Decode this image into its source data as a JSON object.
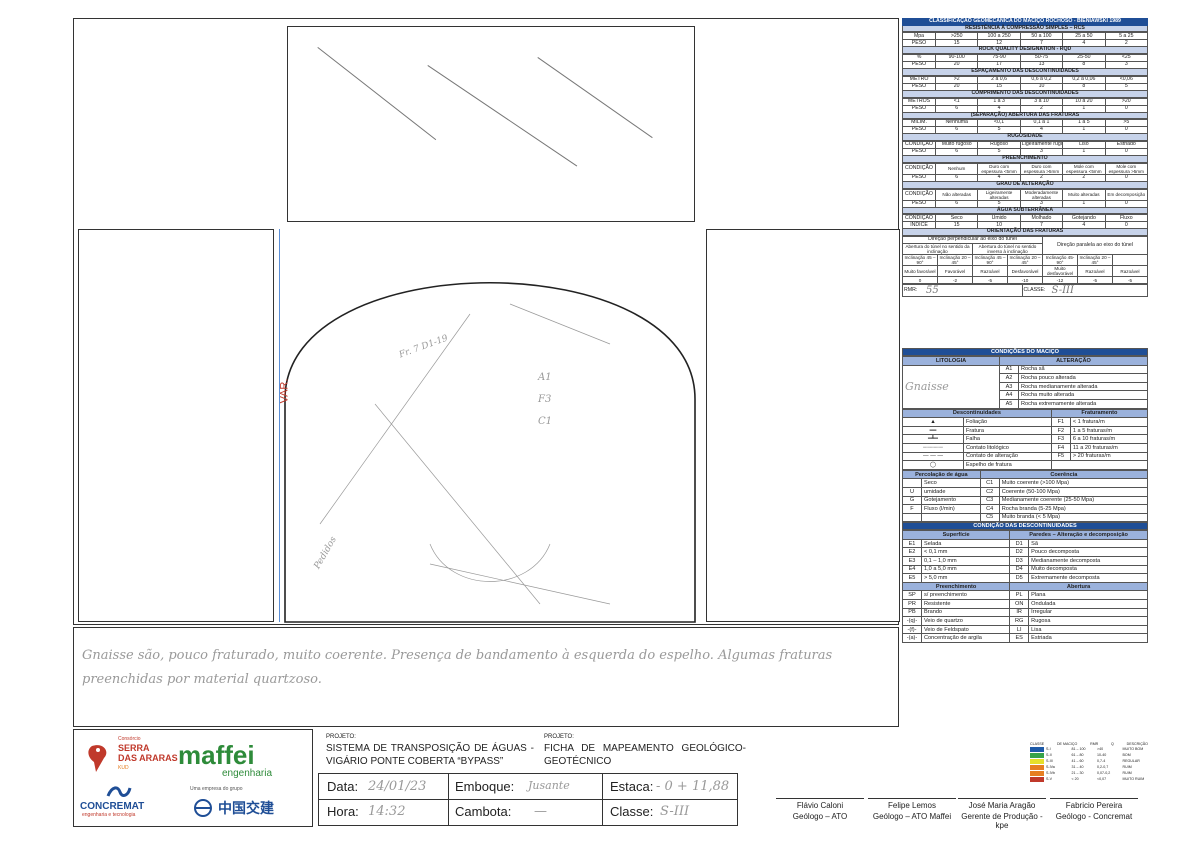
{
  "sketch": {
    "var_label": "VAR.",
    "handwritten_notes_face": [
      "Fr. 7 D1-19",
      "A1",
      "F3",
      "C1",
      "Pedidos"
    ],
    "observation": "Gnaisse são, pouco fraturado, muito coerente. Presença de bandamento à esquerda do espelho. Algumas fraturas preenchidas por material quartzoso."
  },
  "rmr": {
    "title": "CLASSIFICAÇÃO GEOMECÂNICA DO MACIÇO ROCHOSO - BIENIAWSKI 1989",
    "rcs": {
      "title": "RESISTÊNCIA À COMPRESSÃO SIMPLES – RCS",
      "unit": "Mpa",
      "weight_label": "PESO",
      "ranges": [
        ">250",
        "100 a 250",
        "50 a 100",
        "25 a 50",
        "5 a 25"
      ],
      "weights": [
        "15",
        "12",
        "7",
        "4",
        "2"
      ]
    },
    "rqd": {
      "title": "ROCK QUALITY DESIGNATION - RQD",
      "unit": "%",
      "weight_label": "PESO",
      "ranges": [
        "90-100",
        "75-90",
        "50-75",
        "25-50",
        "<25"
      ],
      "weights": [
        "20",
        "17",
        "13",
        "8",
        "3"
      ]
    },
    "spacing": {
      "title": "ESPAÇAMENTO DAS DESCONTINUIDADES",
      "unit": "METRO",
      "weight_label": "PESO",
      "ranges": [
        ">2",
        "2 a 0,6",
        "0,6 a 0,2",
        "0,2 a 0,06",
        "<0,06"
      ],
      "weights": [
        "20",
        "15",
        "10",
        "8",
        "5"
      ]
    },
    "length": {
      "title": "COMPRIMENTO DAS DESCONTINUIDADES",
      "unit": "METROS",
      "weight_label": "PESO",
      "ranges": [
        "<1",
        "1 a 3",
        "3 a 10",
        "10 a 20",
        ">20"
      ],
      "weights": [
        "6",
        "4",
        "2",
        "1",
        "0"
      ]
    },
    "aperture": {
      "title": "(SEPARAÇÃO) ABERTURA DAS FRATURAS",
      "unit": "MILIM.",
      "weight_label": "PESO",
      "ranges": [
        "Nenhuma",
        "<0,1",
        "0,1 a 1",
        "1 a 5",
        ">5"
      ],
      "weights": [
        "6",
        "5",
        "4",
        "1",
        "0"
      ]
    },
    "roughness": {
      "title": "RUGOSIDADE",
      "unit": "CONDIÇÃO",
      "weight_label": "PESO",
      "ranges": [
        "Muito rugoso",
        "Rugoso",
        "Ligeiramente rugoso",
        "Liso",
        "Estriado"
      ],
      "weights": [
        "6",
        "5",
        "3",
        "1",
        "0"
      ]
    },
    "filling": {
      "title": "PREENCHIMENTO",
      "unit": "CONDIÇÃO",
      "weight_label": "PESO",
      "ranges": [
        "Nenhum",
        "Duro com espessura <5mm",
        "Duro com espessura >5mm",
        "Mole com espessura <5mm",
        "Mole com espessura >5mm"
      ],
      "weights": [
        "6",
        "4",
        "2",
        "2",
        "0"
      ]
    },
    "weathering": {
      "title": "GRAU DE ALTERAÇÃO",
      "unit": "CONDIÇÃO",
      "weight_label": "PESO",
      "ranges": [
        "Não alteradas",
        "Ligeiramente alteradas",
        "Moderadamente alteradas",
        "Muito alteradas",
        "Em decomposição"
      ],
      "weights": [
        "6",
        "5",
        "3",
        "1",
        "0"
      ]
    },
    "water": {
      "title": "ÁGUA SUBTERRÂNEA",
      "unit": "CONDIÇÃO",
      "weight_label": "ÍNDICE",
      "ranges": [
        "Seco",
        "Úmido",
        "Molhado",
        "Gotejando",
        "Fluxo"
      ],
      "weights": [
        "15",
        "10",
        "7",
        "4",
        "0"
      ]
    },
    "orientation": {
      "title": "ORIENTAÇÃO DAS FRATURAS",
      "groups": [
        "Direção perpendicular ao eixo do túnel",
        "Direção paralela ao eixo do túnel"
      ],
      "subgroups": [
        "Abertura do túnel no sentido da inclinação",
        "Abertura do túnel no sentido inverso à inclinação",
        "Inclinação 0-20°"
      ],
      "dips": [
        "Inclinação 45 – 90°",
        "Inclinação 20 – 45°",
        "Inclinação 45 – 90°",
        "Inclinação 20 – 45°",
        "Inclinação 45-90°",
        "Inclinação 20 – 45°",
        ""
      ],
      "ratings": [
        "Muito favorável",
        "Favorável",
        "Razoável",
        "Desfavorável",
        "Muito desfavorável",
        "Razoável",
        "Razoável"
      ],
      "weights": [
        "0",
        "-2",
        "-5",
        "-10",
        "-12",
        "-5",
        "-5"
      ]
    },
    "rmr_label": "RMR:",
    "rmr_value": "55",
    "class_label": "CLASSE:",
    "class_value": "S-III"
  },
  "legend": {
    "title": "CONDIÇÕES DO MACIÇO",
    "lithology_header": "LITOLOGIA",
    "alteration_header": "ALTERAÇÃO",
    "lithology_value": "Gnaisse",
    "alteration": [
      [
        "A1",
        "Rocha sã"
      ],
      [
        "A2",
        "Rocha pouco alterada"
      ],
      [
        "A3",
        "Rocha medianamente alterada"
      ],
      [
        "A4",
        "Rocha muito alterada"
      ],
      [
        "A5",
        "Rocha extremamente alterada"
      ]
    ],
    "disc_header": "Descontinuidades",
    "fract_header": "Fraturamento",
    "discontinuities": [
      "Foliação",
      "Fratura",
      "Falha",
      "Contato litológico",
      "Contato de alteração",
      "Espelho de fratura"
    ],
    "fracturing": [
      [
        "F1",
        "< 1 fratura/m"
      ],
      [
        "F2",
        "1 a 5 fraturas/m"
      ],
      [
        "F3",
        "6 a 10 fraturas/m"
      ],
      [
        "F4",
        "11 a 20 fraturas/m"
      ],
      [
        "F5",
        "> 20 fraturas/m"
      ]
    ],
    "water_header": "Percolação de água",
    "coherence_header": "Coerência",
    "water": [
      [
        "",
        "Seco"
      ],
      [
        "U",
        "umidade"
      ],
      [
        "G",
        "Gotejamento"
      ],
      [
        "F",
        "Fluxo (l/min)"
      ],
      [
        "",
        ""
      ]
    ],
    "coherence": [
      [
        "C1",
        "Muito coerente (>100 Mpa)"
      ],
      [
        "C2",
        "Coerente (50-100 Mpa)"
      ],
      [
        "C3",
        "Medianamente coerente (25-50 Mpa)"
      ],
      [
        "C4",
        "Rocha branda (5-25 Mpa)"
      ],
      [
        "C5",
        "Muito branda (< 5 Mpa)"
      ]
    ],
    "disc_cond_title": "CONDIÇÃO DAS DESCONTINUIDADES",
    "surface_header": "Superfície",
    "walls_header": "Paredes – Alteração e decomposição",
    "surface": [
      [
        "E1",
        "Selada"
      ],
      [
        "E2",
        "< 0,1 mm"
      ],
      [
        "E3",
        "0,1 – 1,0 mm"
      ],
      [
        "E4",
        "1,0 a 5,0 mm"
      ],
      [
        "E5",
        "> 5,0 mm"
      ]
    ],
    "walls": [
      [
        "D1",
        "Sã"
      ],
      [
        "D2",
        "Pouco decomposta"
      ],
      [
        "D3",
        "Medianamente decomposta"
      ],
      [
        "D4",
        "Muito decomposta"
      ],
      [
        "D5",
        "Extremamente decomposta"
      ]
    ],
    "fill_header": "Preenchimento",
    "opening_header": "Abertura",
    "fill": [
      [
        "SP",
        "s/ preenchimento"
      ],
      [
        "PR",
        "Resistente"
      ],
      [
        "PB",
        "Brando"
      ],
      [
        "-(q)-",
        "Veio de quartzo"
      ],
      [
        "-(f)-",
        "Veio de Feldspato"
      ],
      [
        "-(a)-",
        "Concentração de argila"
      ]
    ],
    "opening": [
      [
        "PL",
        "Plana"
      ],
      [
        "ON",
        "Ondulada"
      ],
      [
        "IR",
        "Irregular"
      ],
      [
        "RG",
        "Rugosa"
      ],
      [
        "LI",
        "Lisa"
      ],
      [
        "ES",
        "Estriada"
      ]
    ]
  },
  "class_chart": {
    "headers": [
      "CLASSE",
      "DE MACIÇO",
      "RMR",
      "Q",
      "DESCRIÇÃO"
    ],
    "rows": [
      [
        "S-I",
        "81 – 100",
        ">40",
        "MUITO BOM"
      ],
      [
        "S-II",
        "61 – 80",
        "10-40",
        "BOM"
      ],
      [
        "S-III",
        "41 – 60",
        "0,7-4",
        "REGULAR"
      ],
      [
        "S-IVa",
        "31 – 40",
        "0,2-0,7",
        "RUIM"
      ],
      [
        "S-IVb",
        "21 – 30",
        "0,07-0,2",
        "RUIM"
      ],
      [
        "S-V",
        "< 20",
        "<0,07",
        "MUITO RUIM"
      ]
    ],
    "colors": [
      "#1e5aa8",
      "#37a34a",
      "#e6e02a",
      "#e67e22",
      "#e67e22",
      "#c0392b"
    ]
  },
  "footer": {
    "logo1": [
      "Consórcio",
      "SERRA",
      "DAS ARARAS",
      "KUD"
    ],
    "logo2_name": "maffei",
    "logo2_sub": "engenharia",
    "logo3_name": "CONCREMAT",
    "logo3_sub": "engenharia e tecnologia",
    "logo4_caption": "Uma empresa do grupo",
    "logo4_name": "中国交建",
    "project_label": "PROJETO:",
    "project_value": "SISTEMA DE TRANSPOSIÇÃO DE ÁGUAS - VIGÁRIO PONTE COBERTA “BYPASS”",
    "project2_label": "PROJETO:",
    "project2_value": "FICHA DE MAPEAMENTO GEOLÓGICO-GEOTÉCNICO",
    "data_label": "Data:",
    "data_value": "24/01/23",
    "emboque_label": "Emboque:",
    "emboque_value": "Jusante",
    "estaca_label": "Estaca:",
    "estaca_value": "- 0 + 11,88",
    "hora_label": "Hora:",
    "hora_value": "14:32",
    "cambota_label": "Cambota:",
    "cambota_value": "—",
    "classe_label": "Classe:",
    "classe_value": "S-III",
    "signatures": [
      {
        "name": "Flávio Caloni",
        "role": "Geólogo – ATO"
      },
      {
        "name": "Felipe Lemos",
        "role": "Geólogo – ATO Maffei"
      },
      {
        "name": "José Maria Aragão",
        "role": "Gerente de Produção - kpe"
      },
      {
        "name": "Fabricio Pereira",
        "role": "Geólogo - Concremat"
      }
    ]
  }
}
